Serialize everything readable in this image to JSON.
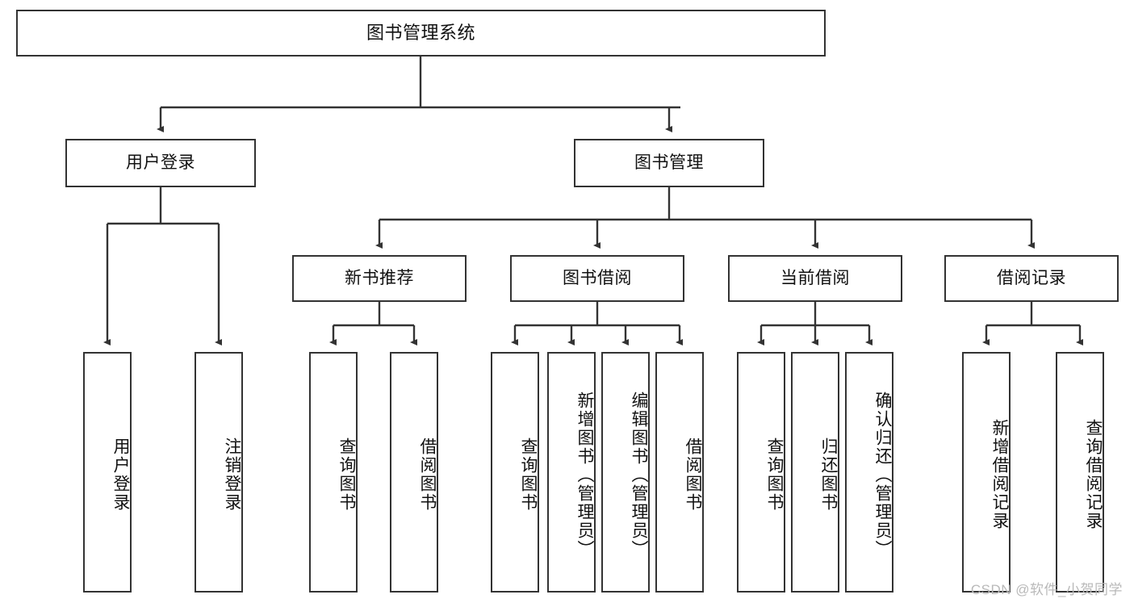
{
  "diagram": {
    "title": "图书管理系统",
    "type": "tree-hierarchy-diagram",
    "watermark": "CSDN @软件_小贺同学",
    "colors": {
      "box_border": "#333333",
      "box_fill": "#ffffff",
      "edge": "#333333",
      "text": "#111111",
      "watermark": "#b9b9b9"
    },
    "root": {
      "label": "图书管理系统"
    },
    "level2": [
      {
        "label": "用户登录"
      },
      {
        "label": "图书管理"
      }
    ],
    "level3": [
      {
        "label": "新书推荐"
      },
      {
        "label": "图书借阅"
      },
      {
        "label": "当前借阅"
      },
      {
        "label": "借阅记录"
      }
    ],
    "leaves": {
      "user_login": [
        {
          "label": "用户登录"
        },
        {
          "label": "注销登录"
        }
      ],
      "new_book_recommend": [
        {
          "label": "查询图书"
        },
        {
          "label": "借阅图书"
        }
      ],
      "book_borrow": [
        {
          "label": "查询图书"
        },
        {
          "label": "新增图书（管理员）"
        },
        {
          "label": "编辑图书（管理员）"
        },
        {
          "label": "借阅图书"
        }
      ],
      "current_borrow": [
        {
          "label": "查询图书"
        },
        {
          "label": "归还图书"
        },
        {
          "label": "确认归还（管理员）"
        }
      ],
      "borrow_record": [
        {
          "label": "新增借阅记录"
        },
        {
          "label": "查询借阅记录"
        }
      ]
    }
  }
}
